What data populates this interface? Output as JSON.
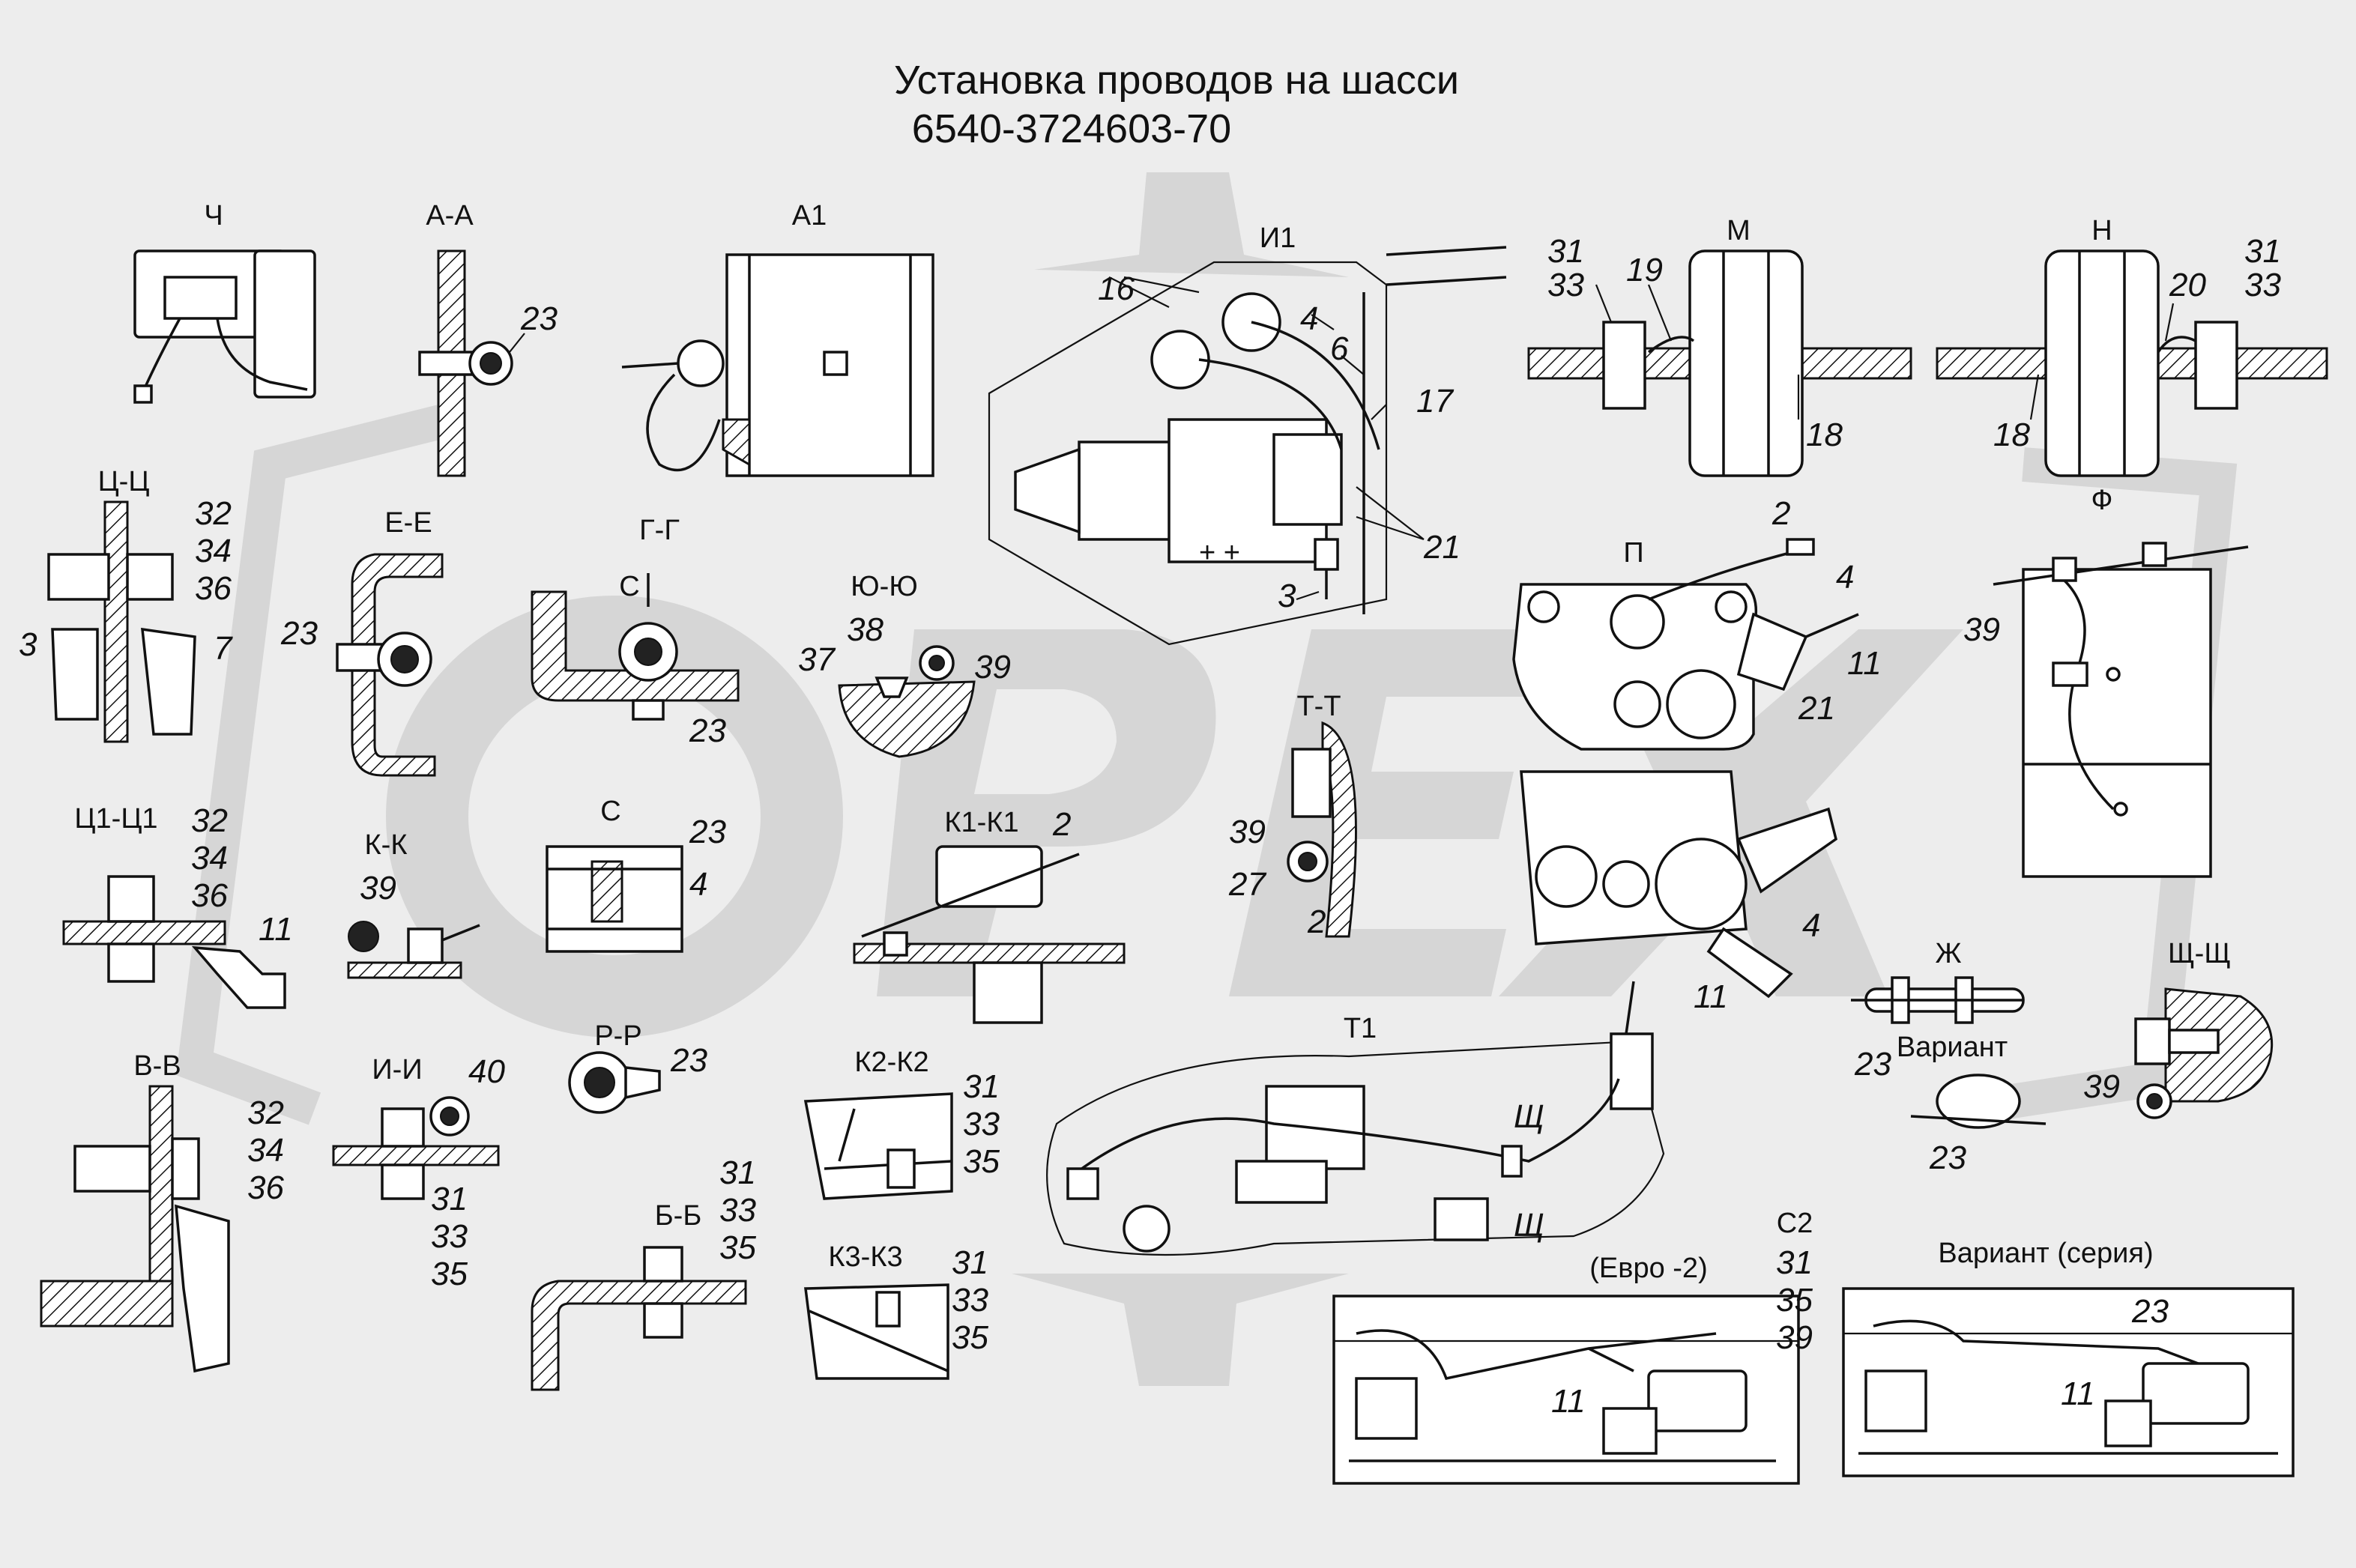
{
  "title": {
    "line1": "Установка проводов на шасси",
    "line2": "6540-3724603-70"
  },
  "watermark": {
    "text": "OPEX",
    "color": "#d6d6d6"
  },
  "sections": {
    "ch": "Ч",
    "aa": "А-А",
    "a1": "А1",
    "i1": "И1",
    "m": "М",
    "n": "Н",
    "tsts": "Ц-Ц",
    "ee": "Е-Е",
    "gg": "Г-Г",
    "s_top": "С",
    "s_mid": "С",
    "yuyu": "Ю-Ю",
    "p": "П",
    "f": "Ф",
    "tt": "Т-Т",
    "ts1ts1": "Ц1-Ц1",
    "kk": "К-К",
    "k1k1": "К1-К1",
    "vv": "В-В",
    "ii": "И-И",
    "rr": "Р-Р",
    "k2k2": "К2-К2",
    "bb": "Б-Б",
    "k3k3": "К3-К3",
    "t1": "Т1",
    "shch_top": "Щ",
    "shch_bot": "Щ",
    "zh": "Ж",
    "variant": "Вариант",
    "shchshch": "Щ-Щ",
    "c2": "С2",
    "euro2": "(Евро -2)",
    "variant_series": "Вариант (серия)"
  },
  "callouts": {
    "aa_23": "23",
    "i1_16": "16",
    "i1_4": "4",
    "i1_6": "6",
    "i1_17": "17",
    "i1_21": "21",
    "i1_3": "3",
    "m_31": "31",
    "m_33": "33",
    "m_19": "19",
    "m_18": "18",
    "n_20": "20",
    "n_31": "31",
    "n_33": "33",
    "n_18": "18",
    "tsts_32": "32",
    "tsts_34": "34",
    "tsts_36": "36",
    "tsts_3": "3",
    "tsts_7": "7",
    "ee_23": "23",
    "gg_23": "23",
    "yuyu_38": "38",
    "yuyu_37": "37",
    "yuyu_39": "39",
    "p_2": "2",
    "p_4": "4",
    "p_11": "11",
    "p_21": "21",
    "f_39": "39",
    "s_23": "23",
    "s_4": "4",
    "ts1_32": "32",
    "ts1_34": "34",
    "ts1_36": "36",
    "ts1_11": "11",
    "kk_39": "39",
    "k1_2": "2",
    "tt_39": "39",
    "tt_27": "27",
    "tt_2": "2",
    "low_4": "4",
    "low_11": "11",
    "vv_32": "32",
    "vv_34": "34",
    "vv_36": "36",
    "ii_40": "40",
    "ii_31": "31",
    "ii_33": "33",
    "ii_35": "35",
    "rr_23": "23",
    "k2_31": "31",
    "k2_33": "33",
    "k2_35": "35",
    "bb_31": "31",
    "bb_33": "33",
    "bb_35": "35",
    "k3_31": "31",
    "k3_33": "33",
    "k3_35": "35",
    "zh_23": "23",
    "var_23": "23",
    "shch_39": "39",
    "c2_31": "31",
    "c2_35": "35",
    "c2_39": "39",
    "c2_11": "11",
    "vs_23": "23",
    "vs_11": "11"
  }
}
